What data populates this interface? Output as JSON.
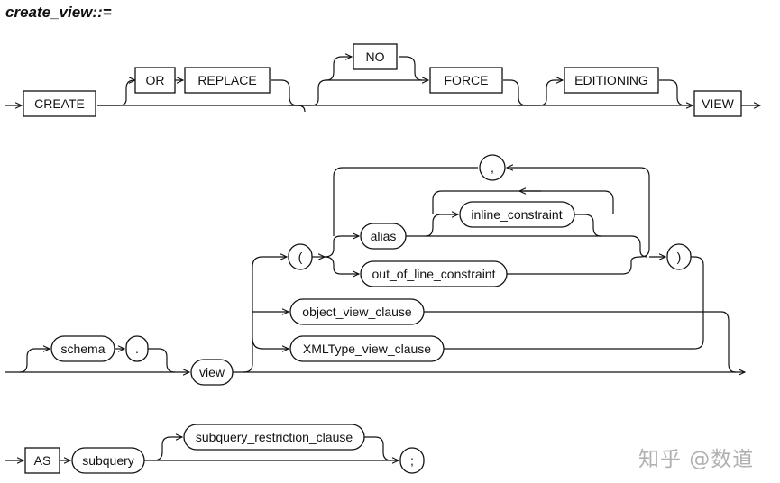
{
  "title": "create_view::=",
  "rows": {
    "row1": {
      "create": "CREATE",
      "or": "OR",
      "replace": "REPLACE",
      "no": "NO",
      "force": "FORCE",
      "editioning": "EDITIONING",
      "view": "VIEW"
    },
    "row2": {
      "schema": "schema",
      "dot": ".",
      "view": "view",
      "lparen": "(",
      "comma": ",",
      "alias": "alias",
      "inline_constraint": "inline_constraint",
      "out_of_line_constraint": "out_of_line_constraint",
      "rparen": ")",
      "object_view_clause": "object_view_clause",
      "xmltype_view_clause": "XMLType_view_clause"
    },
    "row3": {
      "as": "AS",
      "subquery": "subquery",
      "subquery_restriction_clause": "subquery_restriction_clause",
      "semicolon": ";"
    }
  },
  "watermark": "知乎 @数道"
}
